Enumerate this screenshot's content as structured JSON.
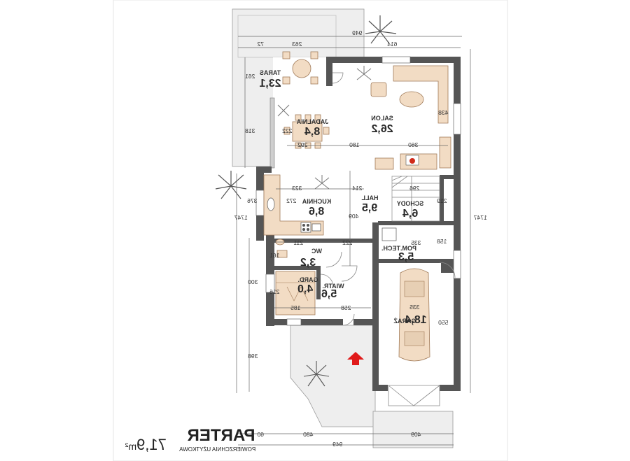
{
  "title": "PARTER",
  "subtitle": "POWIERZCHNIA UŻYTKOWA",
  "total_area": "71,9",
  "total_area_unit": "m²",
  "rooms": [
    {
      "name": "TARAS",
      "area": "23,1"
    },
    {
      "name": "SALON",
      "area": "26,2"
    },
    {
      "name": "JADALNIA",
      "area": "8,4"
    },
    {
      "name": "KUCHNIA",
      "area": "8,6"
    },
    {
      "name": "HALL",
      "area": "9,5"
    },
    {
      "name": "SCHODY",
      "area": "6,4"
    },
    {
      "name": "POM.TECH.",
      "area": "5,3"
    },
    {
      "name": "WC",
      "area": "3,2"
    },
    {
      "name": "GARD.",
      "area": "4,0"
    },
    {
      "name": "WIATR.",
      "area": "5,6"
    },
    {
      "name": "GARAŻ",
      "area": "18,4"
    }
  ],
  "dimensions": {
    "top_total": "949",
    "top_right": "614",
    "top_a": "72",
    "top_b": "263",
    "taras_h": "261",
    "left_a": "318",
    "right_total": "1747",
    "left_total": "1747",
    "salon_h": "438",
    "salon_w": "360",
    "jad_w": "180",
    "jad_inner": "292",
    "jad_h": "222",
    "kuch_w": "323",
    "kuch_h": "272",
    "kuch_side": "376",
    "hall_w": "214",
    "hall_h": "409",
    "schody_w": "296",
    "schody_h": "219",
    "pomtech_w": "335",
    "pomtech_h": "158",
    "wc_w": "211",
    "wc_h": "161",
    "wc_span": "222",
    "gard_h": "216",
    "gard_w": "185",
    "wiatr_w": "258",
    "left_mid": "300",
    "left_low": "398",
    "garaz_w": "335",
    "garaz_h": "550",
    "bot_a": "60",
    "bot_b": "480",
    "bot_c": "409",
    "bot_total": "949"
  },
  "colors": {
    "wall": "#555555",
    "floor": "#ffffff",
    "terrace": "#eeeeee",
    "furniture": "#f2dcc4",
    "entrance_arrow": "#e01a1a"
  }
}
